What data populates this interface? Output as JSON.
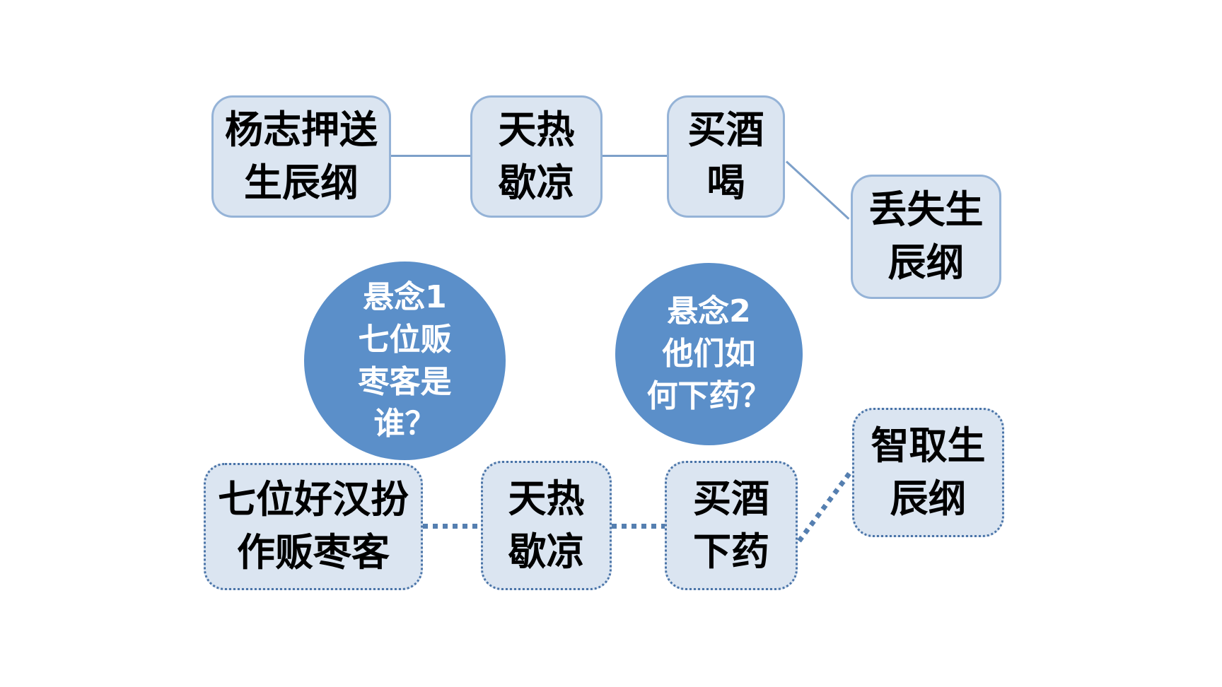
{
  "colors": {
    "background": "#ffffff",
    "box_fill": "#dbe5f1",
    "box_border": "#95b3d7",
    "dotted_box_border": "#4a74a8",
    "connector": "#7da0c9",
    "dotted_connector": "#557fb0",
    "circle_fill": "#5b8fc9",
    "circle_text": "#ffffff",
    "box_text": "#000000"
  },
  "top_row": {
    "border_style": "solid",
    "nodes": [
      {
        "id": "yangzhi-escort",
        "lines": [
          "杨志押送",
          "生辰纲"
        ]
      },
      {
        "id": "hot-day-rest",
        "lines": [
          "天热",
          "歇凉"
        ]
      },
      {
        "id": "buy-wine-drink",
        "lines": [
          "买酒",
          "喝"
        ]
      },
      {
        "id": "lose-birthday-gifts",
        "lines": [
          "丢失生",
          "辰纲"
        ]
      }
    ]
  },
  "suspense_circles": [
    {
      "id": "suspense-1",
      "lines": [
        "悬念1",
        "七位贩",
        "枣客是",
        "谁？"
      ]
    },
    {
      "id": "suspense-2",
      "lines": [
        "悬念2",
        "他们如",
        "何下药？"
      ]
    }
  ],
  "bottom_row": {
    "border_style": "dotted",
    "nodes": [
      {
        "id": "seven-heroes-disguise",
        "lines": [
          "七位好汉扮",
          "作贩枣客"
        ]
      },
      {
        "id": "hot-day-rest-2",
        "lines": [
          "天热",
          "歇凉"
        ]
      },
      {
        "id": "buy-wine-drug",
        "lines": [
          "买酒",
          "下药"
        ]
      },
      {
        "id": "outwit-birthday-gifts",
        "lines": [
          "智取生",
          "辰纲"
        ]
      }
    ]
  }
}
